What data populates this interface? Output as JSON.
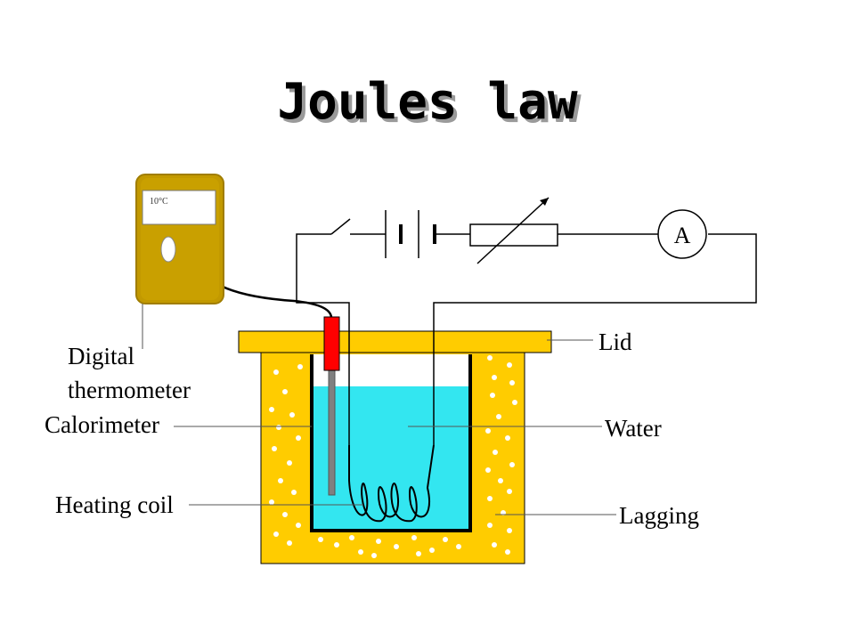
{
  "title": "Joules law",
  "thermometer": {
    "reading": "10°C"
  },
  "ammeter": {
    "symbol": "A"
  },
  "labels": {
    "lid": "Lid",
    "digital_thermometer_line1": "Digital",
    "digital_thermometer_line2": "thermometer",
    "calorimeter": "Calorimeter",
    "water": "Water",
    "heating_coil": "Heating coil",
    "lagging": "Lagging"
  },
  "colors": {
    "lagging": "#ffcc00",
    "water": "#33e6f0",
    "thermometer_body": "#c29900",
    "probe": "#ff0000",
    "coil_wire": "#000000"
  }
}
